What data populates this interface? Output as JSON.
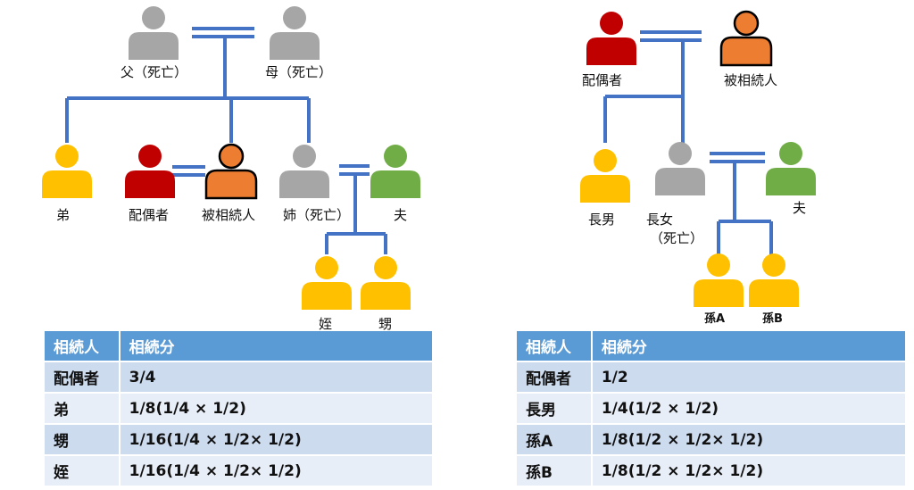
{
  "left_tree": {
    "father": "父（死亡）",
    "mother": "母（死亡）",
    "brother": "弟",
    "spouse": "配偶者",
    "deceased": "被相続人",
    "elder_sister": "姉（死亡）",
    "husband": "夫",
    "niece": "姪",
    "nephew": "甥"
  },
  "right_tree": {
    "spouse": "配偶者",
    "deceased": "被相続人",
    "eldest_son": "長男",
    "eldest_daughter_line1": "長女",
    "eldest_daughter_line2": "（死亡）",
    "husband": "夫",
    "grandchild_a": "孫A",
    "grandchild_b": "孫B"
  },
  "table_left": {
    "header": [
      "相続人",
      "相続分"
    ],
    "rows": [
      {
        "heir": "配偶者",
        "share": "3/4"
      },
      {
        "heir": "弟",
        "share": "1/8(1/4 × 1/2)"
      },
      {
        "heir": "甥",
        "share": "1/16(1/4 × 1/2× 1/2)"
      },
      {
        "heir": "姪",
        "share": "1/16(1/4 × 1/2× 1/2)"
      }
    ]
  },
  "table_right": {
    "header": [
      "相続人",
      "相続分"
    ],
    "rows": [
      {
        "heir": "配偶者",
        "share": "1/2"
      },
      {
        "heir": "長男",
        "share": "1/4(1/2 × 1/2)"
      },
      {
        "heir": "孫A",
        "share": "1/8(1/2 × 1/2× 1/2)"
      },
      {
        "heir": "孫B",
        "share": "1/8(1/2 × 1/2× 1/2)"
      }
    ]
  },
  "colors": {
    "line": "#4472c4",
    "deceased_person": "#ed7d31",
    "spouse_person": "#c00000",
    "heir_person": "#ffc000",
    "non_heir_person": "#70ad47",
    "dead_person": "#a6a6a6",
    "table_header": "#5b9bd5",
    "table_row_odd": "#cddbef",
    "table_row_even": "#e8eef7"
  }
}
